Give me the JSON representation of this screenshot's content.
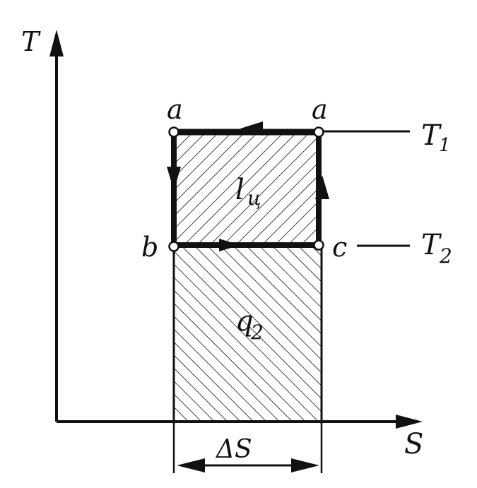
{
  "axes": {
    "y_label": "T",
    "x_label": "S"
  },
  "points": {
    "a_left": "a",
    "a_right": "a",
    "b": "b",
    "c": "c"
  },
  "levels": {
    "t1_main": "T",
    "t1_sub": "1",
    "t2_main": "T",
    "t2_sub": "2"
  },
  "regions": {
    "work_main": "l",
    "work_sub": "ц",
    "heat_main": "q",
    "heat_sub": "2"
  },
  "dimension": {
    "delta_s": "ΔS"
  },
  "colors": {
    "ink": "#111111",
    "paper": "#ffffff"
  }
}
